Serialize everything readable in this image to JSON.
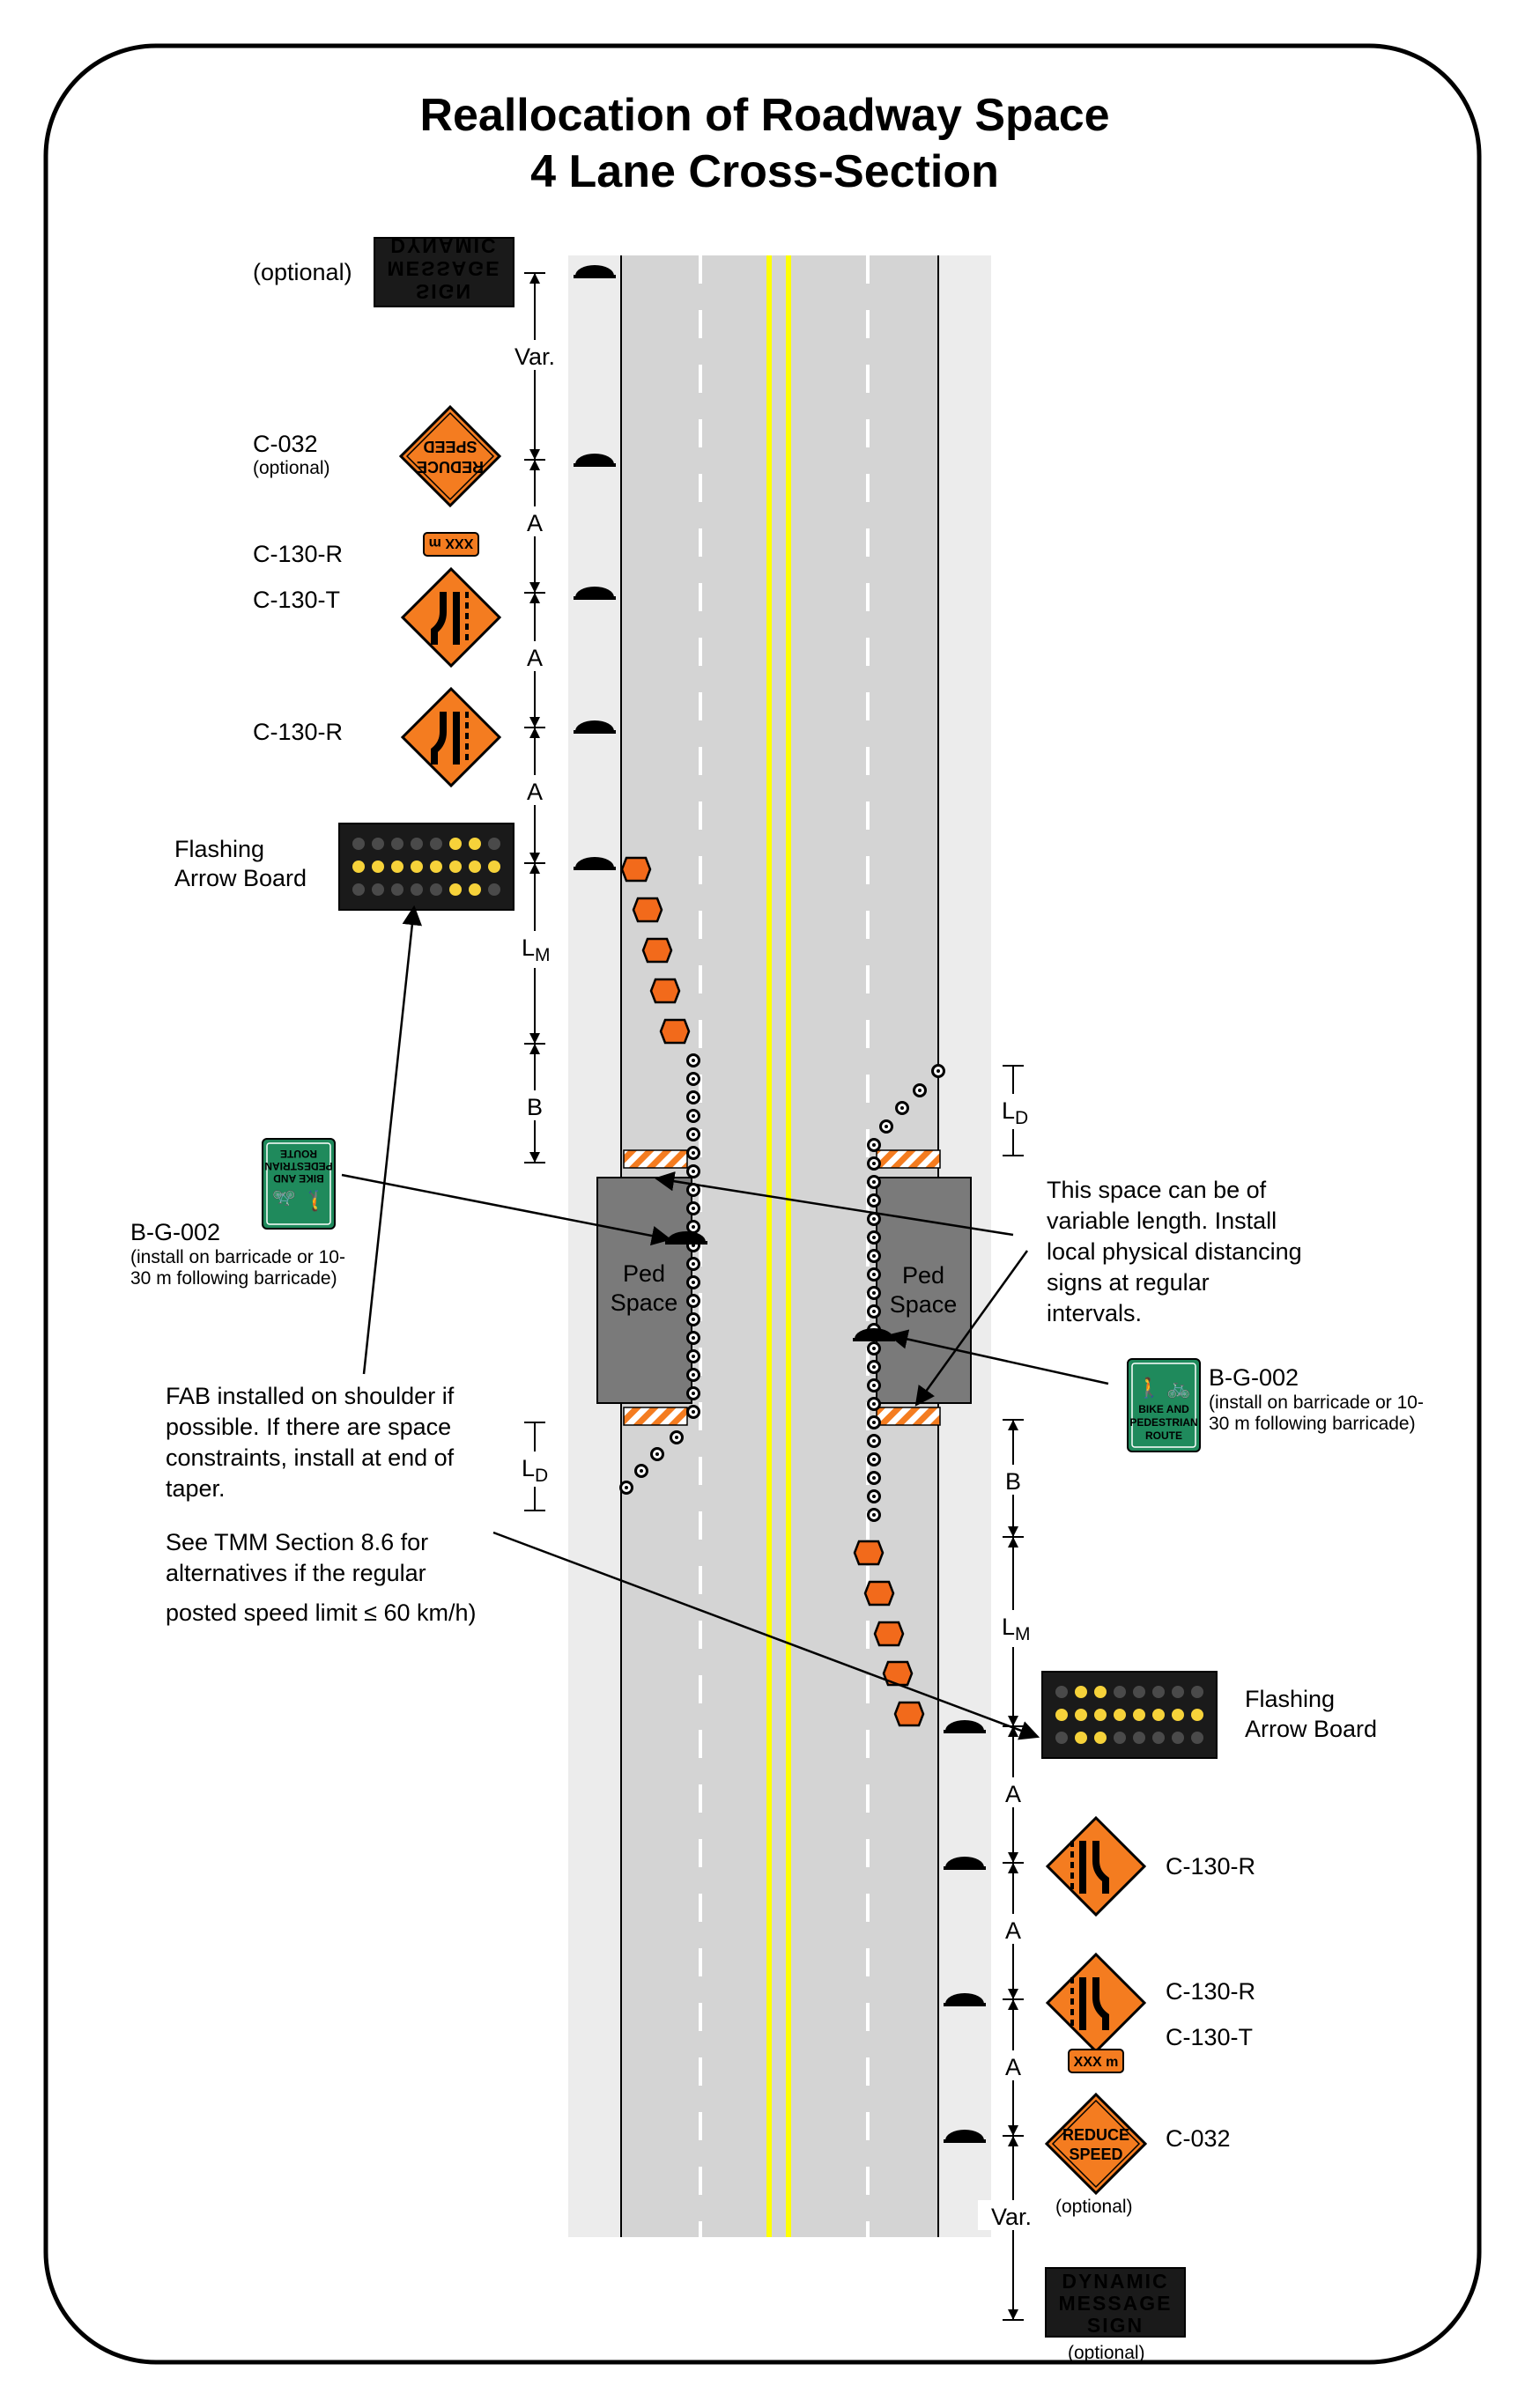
{
  "title": {
    "line1": "Reallocation of Roadway Space",
    "line2": "4 Lane Cross-Section"
  },
  "signs": {
    "dms_text": [
      "DYNAMIC",
      "MESSAGE",
      "SIGN"
    ],
    "reduce_speed": [
      "REDUCE",
      "SPEED"
    ],
    "tab_plate": "XXX m",
    "bike_ped": [
      "BIKE AND",
      "PEDESTRIAN",
      "ROUTE"
    ]
  },
  "labels": {
    "optional": "(optional)",
    "c032": "C-032",
    "c130r": "C-130-R",
    "c130t": "C-130-T",
    "flashing": "Flashing",
    "arrow_board": "Arrow Board",
    "bg002": "B-G-002",
    "bg002_note1": "(install on barricade or 10-",
    "bg002_note2": "30 m following barricade)",
    "ped": "Ped",
    "space": "Space"
  },
  "dimensions": {
    "var": "Var.",
    "a": "A",
    "b": "B",
    "lm_main": "L",
    "lm_sub": "M",
    "ld_main": "L",
    "ld_sub": "D"
  },
  "notes": {
    "space_note": [
      "This space can be of",
      "variable length.  Install",
      "local physical distancing",
      "signs at regular",
      "intervals."
    ],
    "fab_note": [
      "FAB installed on shoulder if",
      "possible. If there are space",
      "constraints, install at end of",
      "taper."
    ],
    "tmm_note": [
      "See TMM Section 8.6 for",
      "alternatives if the regular",
      "posted speed limit ≤ 60 km/h)"
    ]
  },
  "colors": {
    "shoulder": "#ececec",
    "lane": "#d4d4d4",
    "centerline": "#ffff00",
    "sign_orange": "#f47c20",
    "cone": "#f26a1b",
    "guide_green": "#1f8a5c",
    "dms_amber": "#e8c400",
    "ped_space": "#7a7a7a"
  }
}
